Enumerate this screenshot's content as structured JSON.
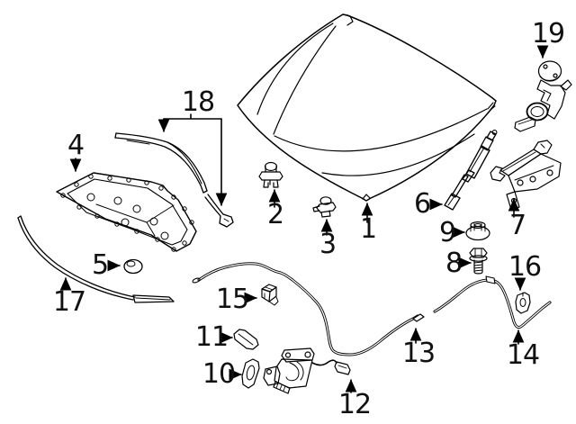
{
  "diagram": {
    "background_color": "#ffffff",
    "line_color": "#000000",
    "label_color": "#111111"
  },
  "callouts": [
    {
      "label": "1"
    },
    {
      "label": "2"
    },
    {
      "label": "3"
    },
    {
      "label": "4"
    },
    {
      "label": "5"
    },
    {
      "label": "6"
    },
    {
      "label": "7"
    },
    {
      "label": "8"
    },
    {
      "label": "9"
    },
    {
      "label": "10"
    },
    {
      "label": "11"
    },
    {
      "label": "12"
    },
    {
      "label": "13"
    },
    {
      "label": "14"
    },
    {
      "label": "15"
    },
    {
      "label": "16"
    },
    {
      "label": "17"
    },
    {
      "label": "18"
    },
    {
      "label": "19"
    }
  ]
}
